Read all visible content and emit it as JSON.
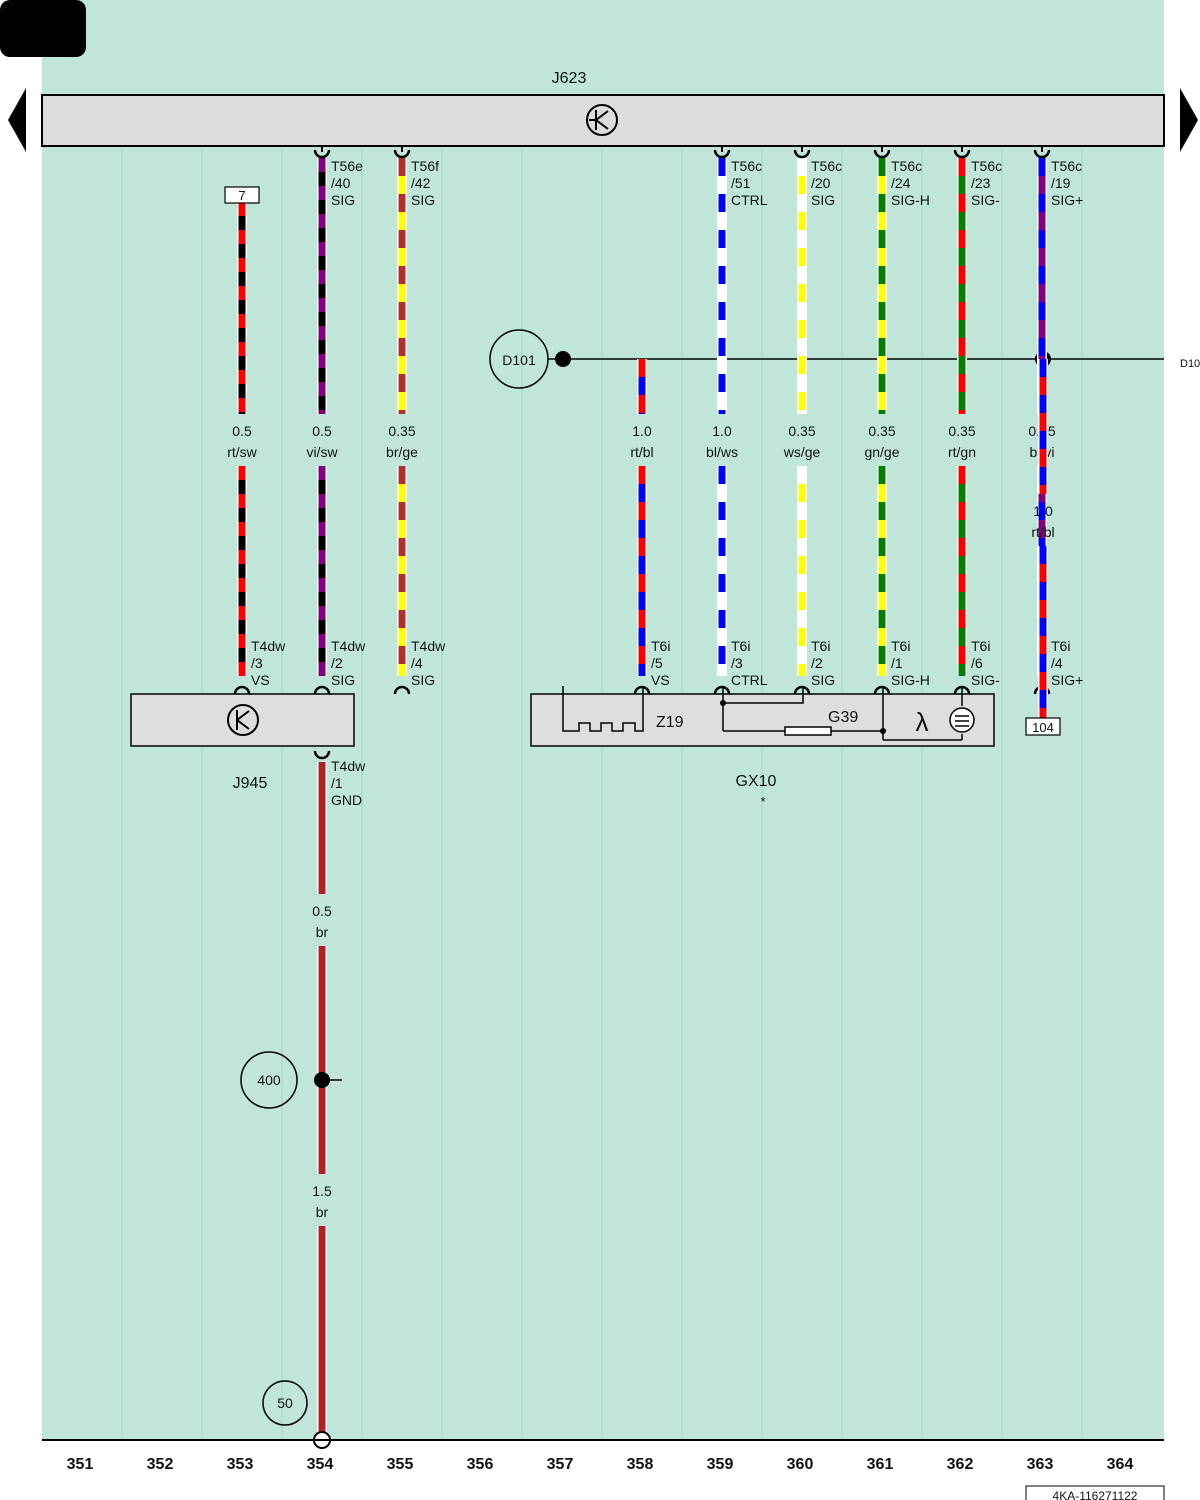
{
  "colors": {
    "background": "#c0e6da",
    "bar_fill": "#dcdcdc",
    "component_fill": "#dedede",
    "ground_wire": "#b22222",
    "rt": "#ff0000",
    "sw": "#000000",
    "vi": "#800080",
    "br": "#b03030",
    "ge": "#ffff00",
    "bl": "#0000ff",
    "ws": "#ffffff",
    "gn": "#008000"
  },
  "top_bar": {
    "label": "J623",
    "symbol": "transistor-icon"
  },
  "page_nav": {
    "left": "arrow-left-icon",
    "right": "arrow-right-icon"
  },
  "wires": [
    {
      "id": "w352",
      "column": 352,
      "pin_top": [
        "",
        "",
        ""
      ],
      "pin_bottom": [
        "T4dw",
        "/3",
        "VS"
      ],
      "gauge": "0.5",
      "color": "rt/sw",
      "stripes": [
        "rt",
        "sw"
      ],
      "top_ref": "7"
    },
    {
      "id": "w353",
      "column": 353,
      "pin_top": [
        "T56e",
        "/40",
        "SIG"
      ],
      "pin_bottom": [
        "T4dw",
        "/2",
        "SIG"
      ],
      "gauge": "0.5",
      "color": "vi/sw",
      "stripes": [
        "vi",
        "sw"
      ]
    },
    {
      "id": "w354",
      "column": 354,
      "pin_top": [
        "T56f",
        "/42",
        "SIG"
      ],
      "pin_bottom": [
        "T4dw",
        "/4",
        "SIG"
      ],
      "gauge": "0.35",
      "color": "br/ge",
      "stripes": [
        "br",
        "ge"
      ]
    },
    {
      "id": "w357",
      "column": 357,
      "pin_top": [
        "",
        "",
        ""
      ],
      "pin_bottom": [
        "T6i",
        "/5",
        "VS"
      ],
      "gauge": "1.0",
      "color": "rt/bl",
      "stripes": [
        "rt",
        "bl"
      ]
    },
    {
      "id": "w358",
      "column": 358,
      "pin_top": [
        "T56c",
        "/51",
        "CTRL"
      ],
      "pin_bottom": [
        "T6i",
        "/3",
        "CTRL"
      ],
      "gauge": "1.0",
      "color": "bl/ws",
      "stripes": [
        "bl",
        "ws"
      ]
    },
    {
      "id": "w359",
      "column": 359,
      "pin_top": [
        "T56c",
        "/20",
        "SIG"
      ],
      "pin_bottom": [
        "T6i",
        "/2",
        "SIG"
      ],
      "gauge": "0.35",
      "color": "ws/ge",
      "stripes": [
        "ws",
        "ge"
      ]
    },
    {
      "id": "w360",
      "column": 360,
      "pin_top": [
        "T56c",
        "/24",
        "SIG-H"
      ],
      "pin_bottom": [
        "T6i",
        "/1",
        "SIG-H"
      ],
      "gauge": "0.35",
      "color": "gn/ge",
      "stripes": [
        "gn",
        "ge"
      ]
    },
    {
      "id": "w361",
      "column": 361,
      "pin_top": [
        "T56c",
        "/23",
        "SIG-"
      ],
      "pin_bottom": [
        "T6i",
        "/6",
        "SIG-"
      ],
      "gauge": "0.35",
      "color": "rt/gn",
      "stripes": [
        "rt",
        "gn"
      ]
    },
    {
      "id": "w362",
      "column": 362,
      "pin_top": [
        "T56c",
        "/19",
        "SIG+"
      ],
      "pin_bottom": [
        "T6i",
        "/4",
        "SIG+"
      ],
      "gauge": "0.35",
      "color": "bl/vi",
      "stripes": [
        "bl",
        "vi"
      ]
    }
  ],
  "wire_363": {
    "gauge": "1.0",
    "color": "rt/bl",
    "bottom_ref": "104"
  },
  "bus": {
    "node": "D101",
    "right_label": "D10"
  },
  "components": {
    "j945": {
      "label": "J945",
      "pin": [
        "T4dw",
        "/1",
        "GND"
      ]
    },
    "gx10": {
      "label": "GX10",
      "note": "*",
      "z19": "Z19",
      "g39": "G39",
      "lambda": "λ"
    }
  },
  "ground_wire": {
    "seg1_gauge": "0.5",
    "seg1_color": "br",
    "junction": "400",
    "seg2_gauge": "1.5",
    "seg2_color": "br",
    "ground_ref": "50"
  },
  "columns": [
    "351",
    "352",
    "353",
    "354",
    "355",
    "356",
    "357",
    "358",
    "359",
    "360",
    "361",
    "362",
    "363",
    "364"
  ],
  "footer_code": "4KA-116271122"
}
